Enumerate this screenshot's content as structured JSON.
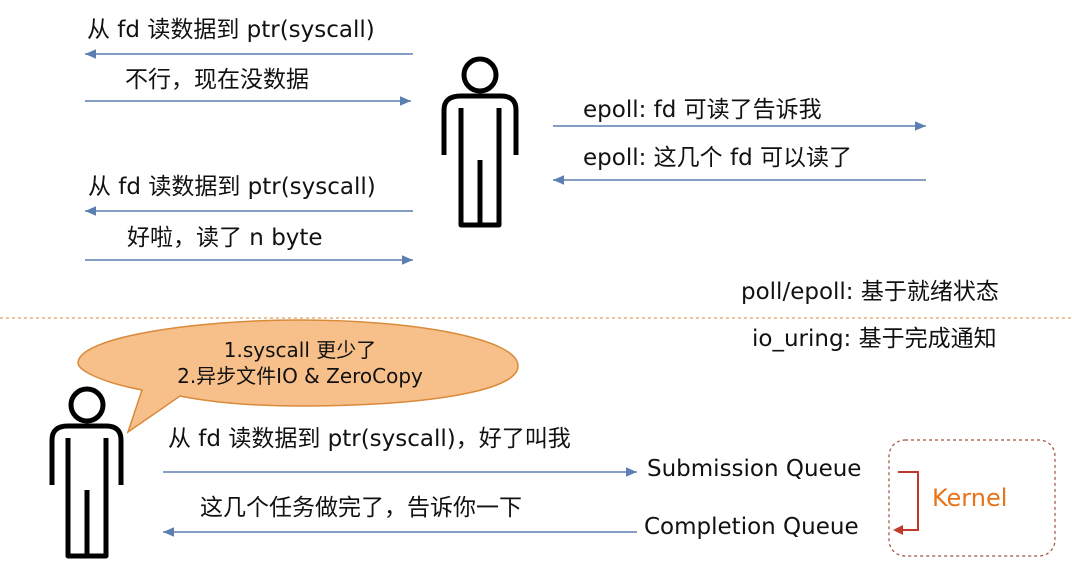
{
  "top_left": {
    "msg1": "从 fd 读数据到 ptr(syscall)",
    "msg2": "不行，现在没数据",
    "msg3": "从 fd 读数据到 ptr(syscall)",
    "msg4": "好啦，读了 n byte"
  },
  "top_right": {
    "msg1": "epoll: fd 可读了告诉我",
    "msg2": "epoll: 这几个 fd 可以读了"
  },
  "notes": {
    "poll": "poll/epoll: 基于就绪状态",
    "io_uring": "io_uring: 基于完成通知"
  },
  "bubble": {
    "line1": "1.syscall 更少了",
    "line2": "2.异步文件IO & ZeroCopy",
    "color": "#f7c08a"
  },
  "bottom": {
    "msg1": "从 fd 读数据到 ptr(syscall)，好了叫我",
    "msg2": "这几个任务做完了，告诉你一下",
    "submission": "Submission Queue",
    "completion": "Completion Queue",
    "kernel": "Kernel"
  },
  "colors": {
    "arrow": "#5b7fb0",
    "divider": "#e0a060",
    "kernel": "#e8731a",
    "bracket": "#c0392b",
    "box_border": "#a05040"
  }
}
